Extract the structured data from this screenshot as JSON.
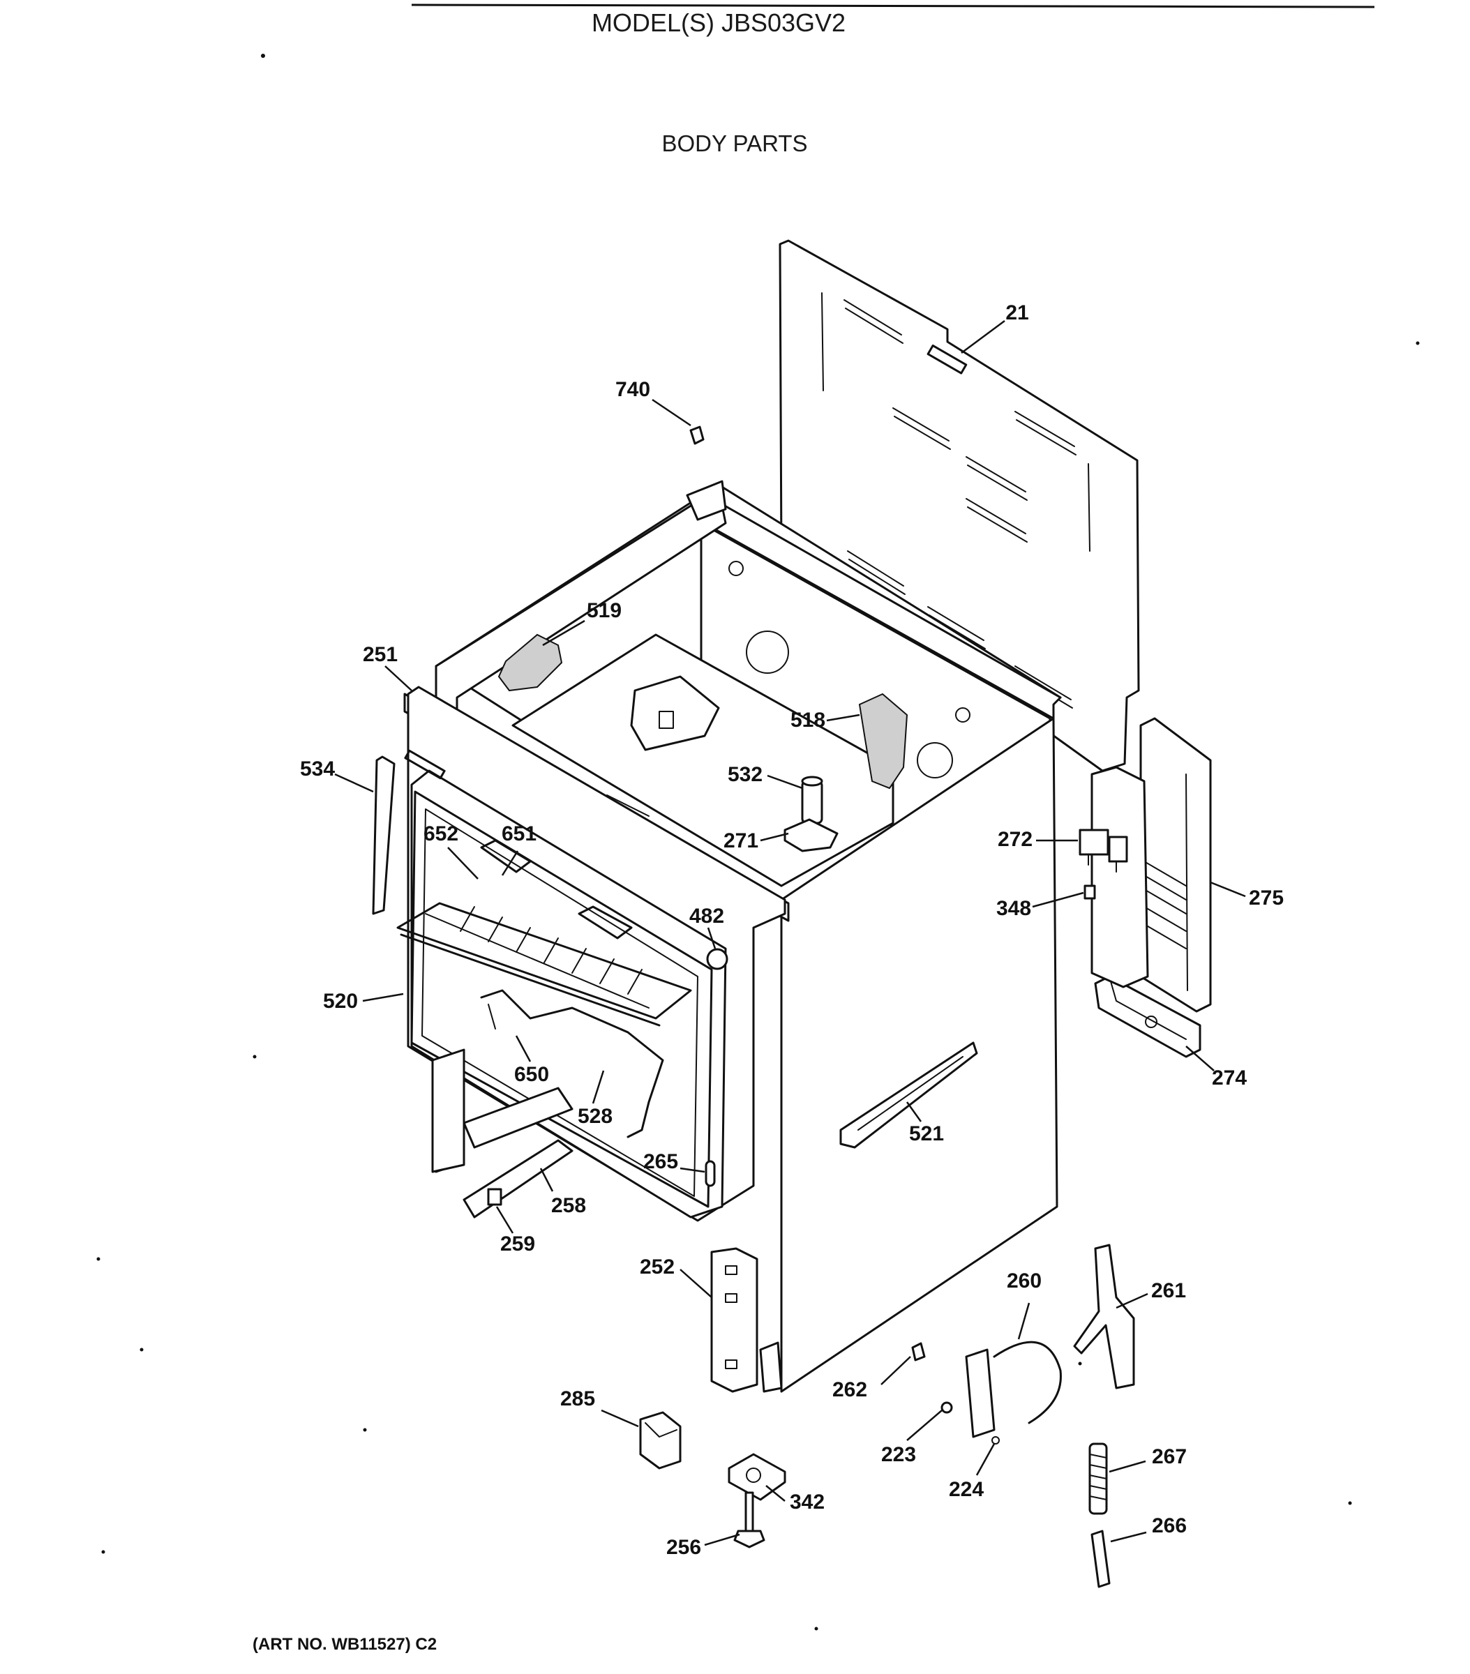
{
  "header": {
    "model": "MODEL(S) JBS03GV2",
    "section": "BODY PARTS"
  },
  "footer": {
    "art_no": "(ART NO. WB11527) C2"
  },
  "parts": [
    {
      "id": "p21",
      "label": "21"
    },
    {
      "id": "p740",
      "label": "740"
    },
    {
      "id": "p519",
      "label": "519"
    },
    {
      "id": "p251",
      "label": "251"
    },
    {
      "id": "p518",
      "label": "518"
    },
    {
      "id": "p534",
      "label": "534"
    },
    {
      "id": "p532",
      "label": "532"
    },
    {
      "id": "p652",
      "label": "652"
    },
    {
      "id": "p651",
      "label": "651"
    },
    {
      "id": "p271",
      "label": "271"
    },
    {
      "id": "p272",
      "label": "272"
    },
    {
      "id": "p348",
      "label": "348"
    },
    {
      "id": "p275",
      "label": "275"
    },
    {
      "id": "p482",
      "label": "482"
    },
    {
      "id": "p520",
      "label": "520"
    },
    {
      "id": "p274",
      "label": "274"
    },
    {
      "id": "p650",
      "label": "650"
    },
    {
      "id": "p528",
      "label": "528"
    },
    {
      "id": "p521",
      "label": "521"
    },
    {
      "id": "p265",
      "label": "265"
    },
    {
      "id": "p258",
      "label": "258"
    },
    {
      "id": "p259",
      "label": "259"
    },
    {
      "id": "p252",
      "label": "252"
    },
    {
      "id": "p260",
      "label": "260"
    },
    {
      "id": "p261",
      "label": "261"
    },
    {
      "id": "p262",
      "label": "262"
    },
    {
      "id": "p285",
      "label": "285"
    },
    {
      "id": "p223",
      "label": "223"
    },
    {
      "id": "p267",
      "label": "267"
    },
    {
      "id": "p224",
      "label": "224"
    },
    {
      "id": "p342",
      "label": "342"
    },
    {
      "id": "p266",
      "label": "266"
    },
    {
      "id": "p256",
      "label": "256"
    }
  ]
}
